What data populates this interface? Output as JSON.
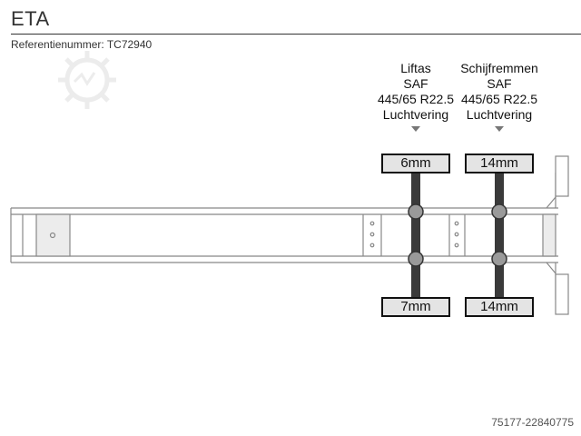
{
  "header": {
    "title": "ETA",
    "reference": "Referentienummer: TC72940"
  },
  "axles": [
    {
      "lines": [
        "Liftas",
        "SAF",
        "445/65 R22.5",
        "Luchtvering"
      ],
      "tread_left": "6mm",
      "tread_right": "7mm"
    },
    {
      "lines": [
        "Schijfremmen",
        "SAF",
        "445/65 R22.5",
        "Luchtvering"
      ],
      "tread_left": "14mm",
      "tread_right": "14mm"
    }
  ],
  "footer": {
    "code": "75177-22840775"
  },
  "icons": {
    "watermark": "gear-watermark-icon",
    "axle_marker": "triangle-down-icon"
  },
  "colors": {
    "frame_stroke": "#888888",
    "axle": "#3a3a3a",
    "tyre_fill": "#e4e4e4",
    "hub": "#9a9a9a"
  }
}
